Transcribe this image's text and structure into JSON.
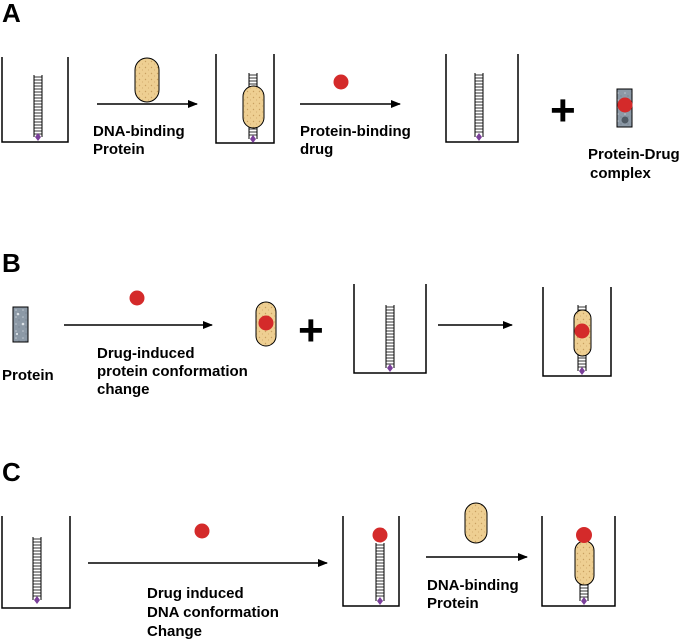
{
  "panels": [
    {
      "id": "A",
      "label": "A",
      "step1_label": [
        "DNA-binding",
        "Protein"
      ],
      "step2_label": [
        "Protein-binding",
        "drug"
      ],
      "product_label": [
        "Protein-Drug",
        "complex"
      ],
      "plus": "+"
    },
    {
      "id": "B",
      "label": "B",
      "protein_label": "Protein",
      "step1_label": [
        "Drug-induced",
        "protein conformation",
        "change"
      ],
      "plus": "+"
    },
    {
      "id": "C",
      "label": "C",
      "step1_label": [
        "Drug induced",
        "DNA conformation",
        "Change"
      ],
      "step2_label": [
        "DNA-binding",
        "Protein"
      ]
    }
  ],
  "colors": {
    "drug": "#d42a2a",
    "protein_fill": "#eecf92",
    "protein_dots": "#c9a060",
    "complex_fill": "#8c99a6",
    "dna_anchor": "#7a3f9a",
    "line": "#000000"
  }
}
